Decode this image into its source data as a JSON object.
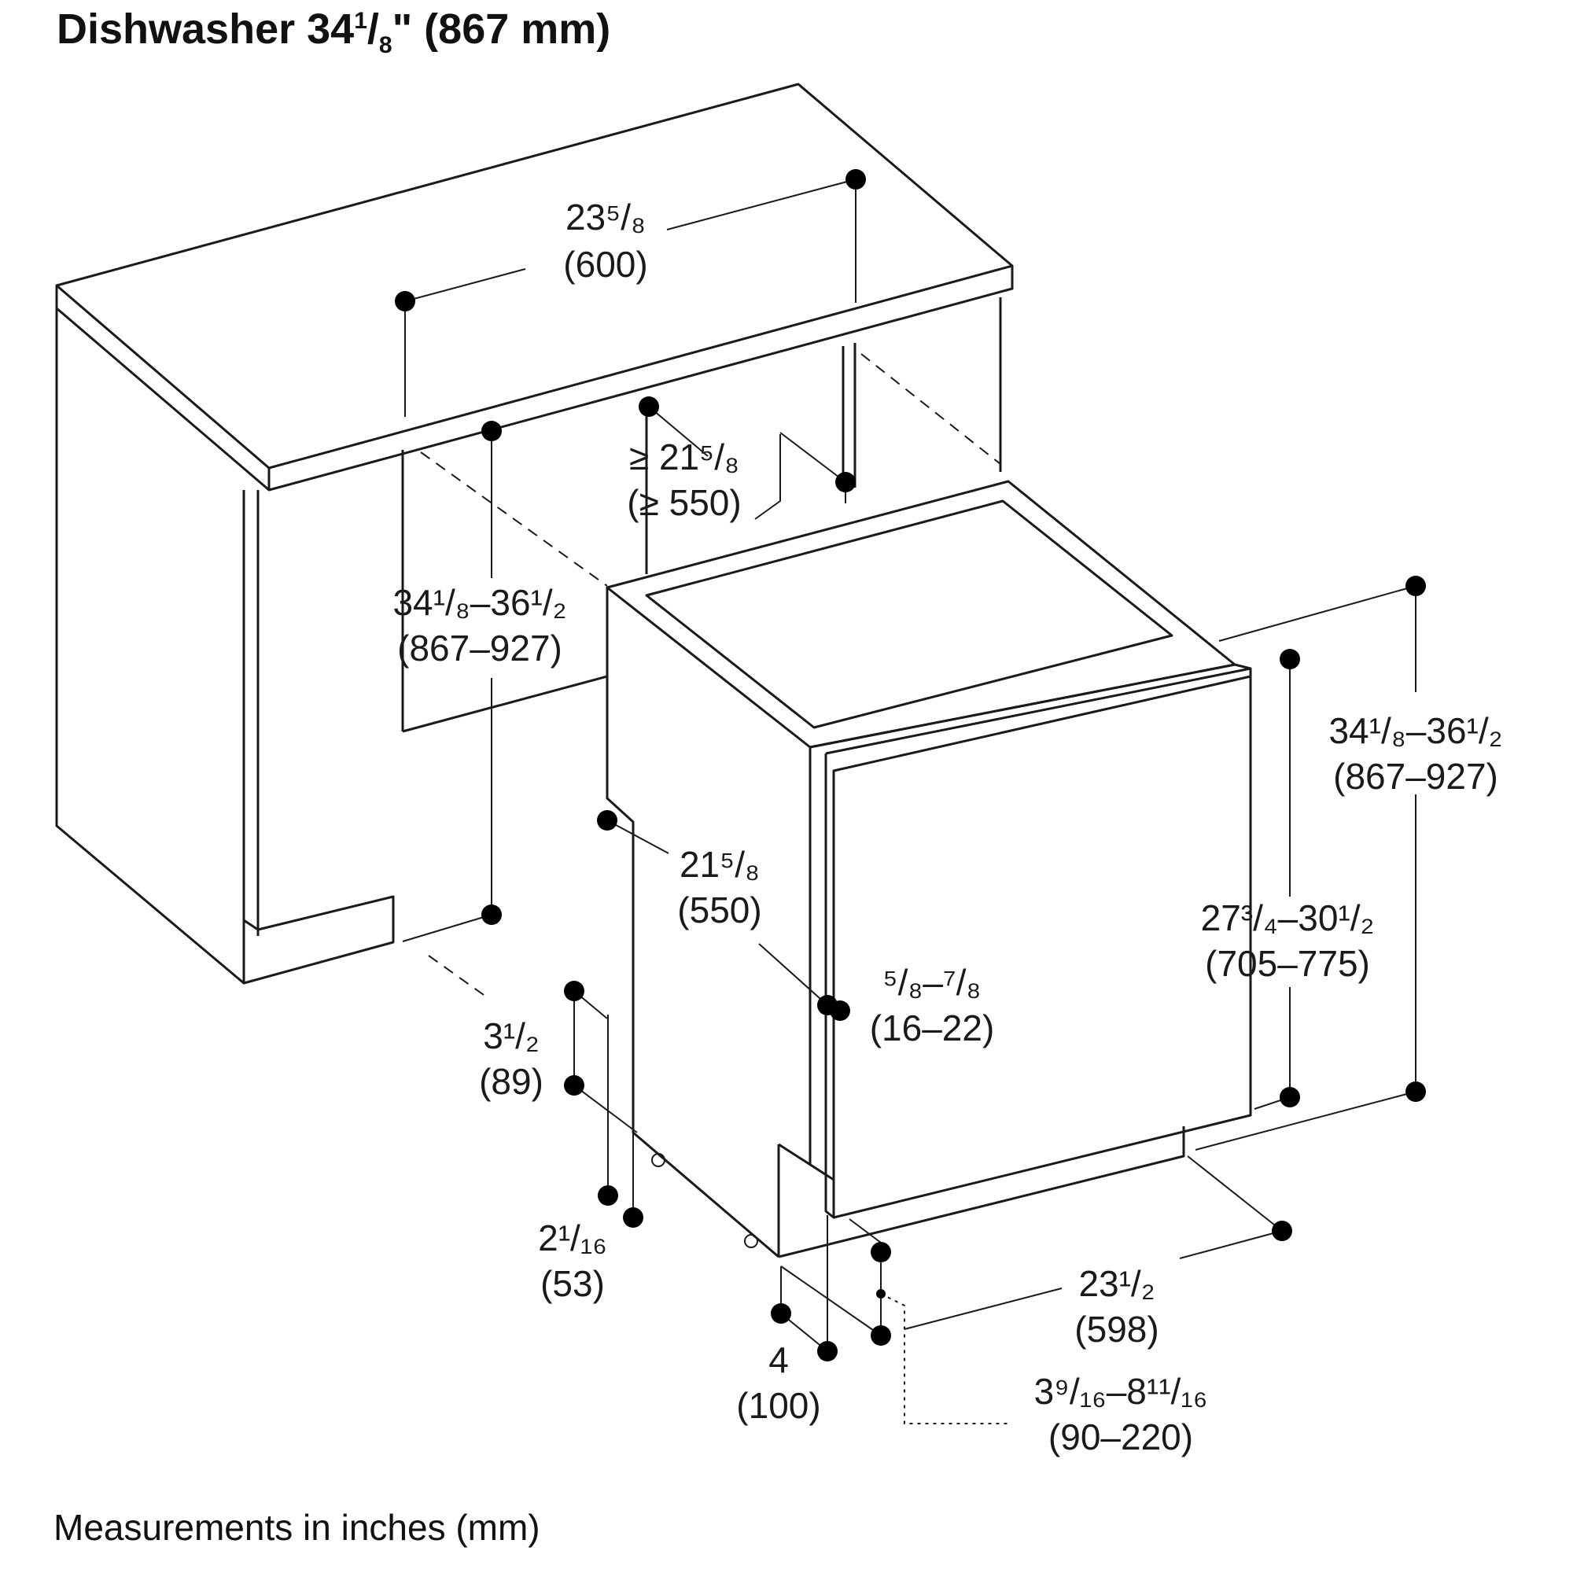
{
  "title": {
    "prefix": "Dishwasher 34",
    "sup": "1",
    "slash": "/",
    "sub": "8",
    "suffix": "\" (867 mm)"
  },
  "footer": "Measurements in inches (mm)",
  "dimensions": {
    "counter_width": {
      "inch": "23⁵/₈",
      "mm": "(600)"
    },
    "niche_depth": {
      "inch": "≥ 21⁵/₈",
      "mm": "(≥ 550)"
    },
    "niche_height": {
      "inch": "34¹/₈–36¹/₂",
      "mm": "(867–927)"
    },
    "appliance_height": {
      "inch": "34¹/₈–36¹/₂",
      "mm": "(867–927)"
    },
    "appliance_depth": {
      "inch": "21⁵/₈",
      "mm": "(550)"
    },
    "door_panel_thickness": {
      "inch": "⁵/₈–⁷/₈",
      "mm": "(16–22)"
    },
    "door_panel_height": {
      "inch": "27³/₄–30¹/₂",
      "mm": "(705–775)"
    },
    "toe_kick_setback": {
      "inch": "3¹/₂",
      "mm": "(89)"
    },
    "foot_height": {
      "inch": "2¹/₁₆",
      "mm": "(53)"
    },
    "plinth_depth": {
      "inch": "4",
      "mm": "(100)"
    },
    "appliance_width": {
      "inch": "23¹/₂",
      "mm": "(598)"
    },
    "plinth_height": {
      "inch": "3⁹/₁₆–8¹¹/₁₆",
      "mm": "(90–220)"
    }
  }
}
